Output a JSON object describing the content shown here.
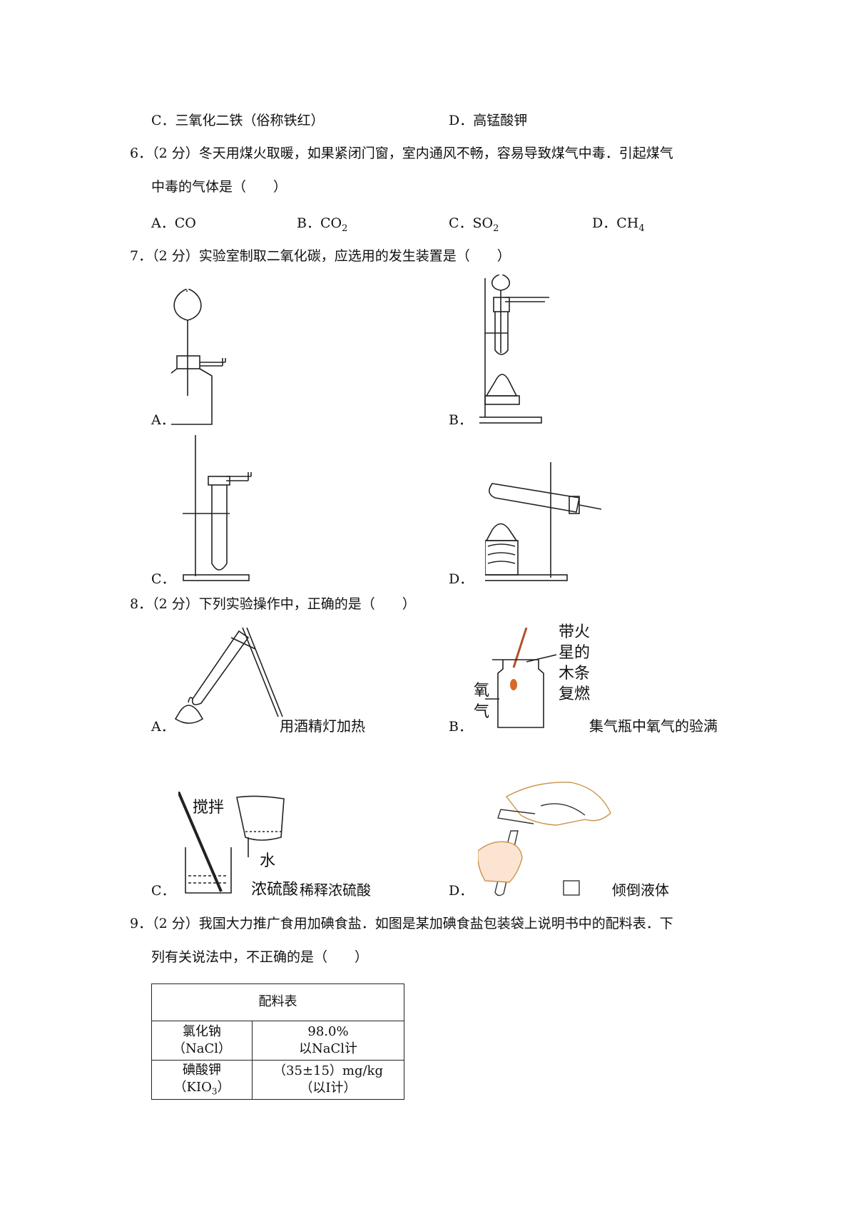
{
  "q5": {
    "optC": "C．三氧化二铁（俗称铁红）",
    "optD": "D．高锰酸钾"
  },
  "q6": {
    "line1": "6．（2 分）冬天用煤火取暖，如果紧闭门窗，室内通风不畅，容易导致煤气中毒．引起煤气",
    "line2": "中毒的气体是（　　）",
    "optA": "A．CO",
    "optB": "B．CO",
    "optB_sub": "2",
    "optC": "C．SO",
    "optC_sub": "2",
    "optD": "D．CH",
    "optD_sub": "4"
  },
  "q7": {
    "stem": "7．（2 分）实验室制取二氧化碳，应选用的发生装置是（　　）",
    "labelA": "A．",
    "labelB": "B．",
    "labelC": "C．",
    "labelD": "D．"
  },
  "q8": {
    "stem": "8．（2 分）下列实验操作中，正确的是（　　）",
    "labelA": "A．",
    "captionA": "用酒精灯加热",
    "labelB": "B．",
    "captionB": "集气瓶中氧气的验满",
    "figB_text1": "带火",
    "figB_text2": "星的",
    "figB_text3": "木条",
    "figB_text4": "复燃",
    "figB_oxygen1": "氧",
    "figB_oxygen2": "气",
    "labelC": "C．",
    "figC_stir": "搅拌",
    "figC_water": "水",
    "figC_acid": "浓硫酸",
    "captionC": "稀释浓硫酸",
    "labelD": "D．",
    "captionD": "倾倒液体"
  },
  "q9": {
    "line1": "9．（2 分）我国大力推广食用加碘食盐．如图是某加碘食盐包装袋上说明书中的配料表．下",
    "line2": "列有关说法中，不正确的是（　　）",
    "table": {
      "title": "配料表",
      "row1_name": "氯化钠",
      "row1_formula": "（NaCl）",
      "row1_value": "98.0%",
      "row1_note": "以NaCl计",
      "row2_name": "碘酸钾",
      "row2_formula": "（KIO",
      "row2_formula_sub": "3",
      "row2_formula_end": "）",
      "row2_value": "（35±15）mg/kg",
      "row2_note": "（以I计）"
    }
  }
}
